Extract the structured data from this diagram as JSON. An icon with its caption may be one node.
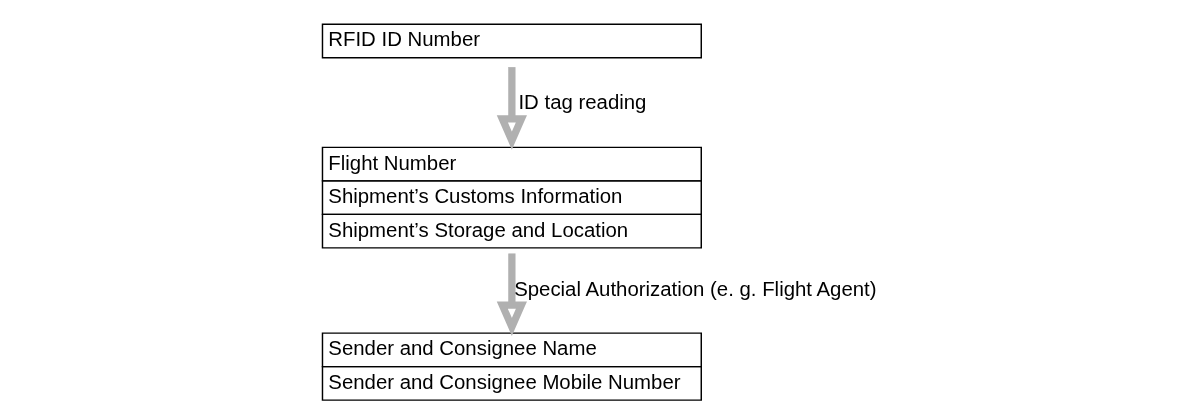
{
  "diagram": {
    "nodes": [
      {
        "text": [
          "RFID ID Number"
        ]
      },
      {
        "text": [
          "Flight Number",
          "Shipment’s Customs Information",
          "Shipment’s Storage and Location"
        ]
      },
      {
        "text": [
          "Sender and Consignee Name",
          "Sender and Consignee Mobile Number"
        ]
      }
    ],
    "edges": [
      {
        "from": 0,
        "to": 1,
        "arrow": "to",
        "label": "ID tag reading"
      },
      {
        "from": 1,
        "to": 2,
        "arrow": "to",
        "label": "Special Authorization (e. g. Flight Agent)"
      }
    ]
  }
}
